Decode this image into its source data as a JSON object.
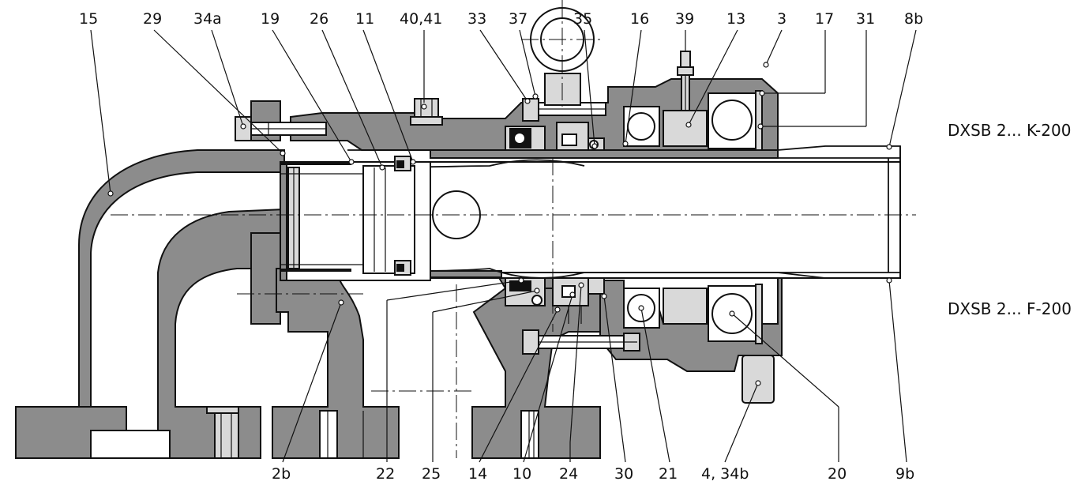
{
  "callouts_top": [
    "15",
    "29",
    "34a",
    "19",
    "26",
    "11",
    "40,41",
    "33",
    "37",
    "35",
    "16",
    "39",
    "13",
    "3",
    "17",
    "31",
    "8b"
  ],
  "callouts_bottom": [
    "2b",
    "22",
    "25",
    "14",
    "10",
    "24",
    "30",
    "21",
    "4, 34b",
    "20",
    "9b"
  ],
  "variants": {
    "upper": "DXSB 2... K-200",
    "lower": "DXSB 2... F-200"
  }
}
